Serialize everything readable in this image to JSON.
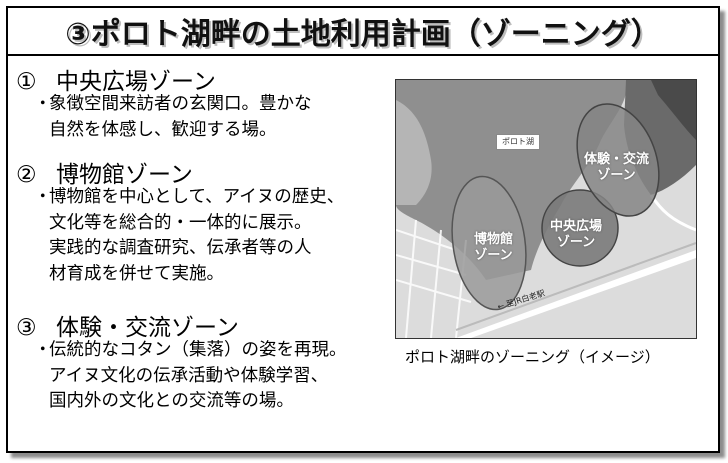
{
  "header": {
    "title": "③ポロト湖畔の土地利用計画（ゾーニング）"
  },
  "zones": [
    {
      "number": "①",
      "title": "中央広場ゾーン",
      "lines": [
        "象徴空間来訪者の玄関口。豊かな",
        "自然を体感し、歓迎する場。"
      ]
    },
    {
      "number": "②",
      "title": "博物館ゾーン",
      "lines": [
        "博物館を中心として、アイヌの歴史、",
        "文化等を総合的・一体的に展示。",
        "実践的な調査研究、伝承者等の人",
        "材育成を併せて実施。"
      ]
    },
    {
      "number": "③",
      "title": "体験・交流ゾーン",
      "lines": [
        "伝統的なコタン（集落）の姿を再現。",
        "アイヌ文化の伝承活動や体験学習、",
        "国内外の文化との交流等の場。"
      ]
    }
  ],
  "map": {
    "lake_label": "ポロト湖",
    "station_label": "← 至JR白老駅",
    "zone_labels": {
      "museum": [
        "博物館",
        "ゾーン"
      ],
      "central": [
        "中央広場",
        "ゾーン"
      ],
      "experience": [
        "体験・交流",
        "ゾーン"
      ]
    },
    "caption": "ポロト湖畔のゾーニング（イメージ）"
  },
  "bullet": "・"
}
